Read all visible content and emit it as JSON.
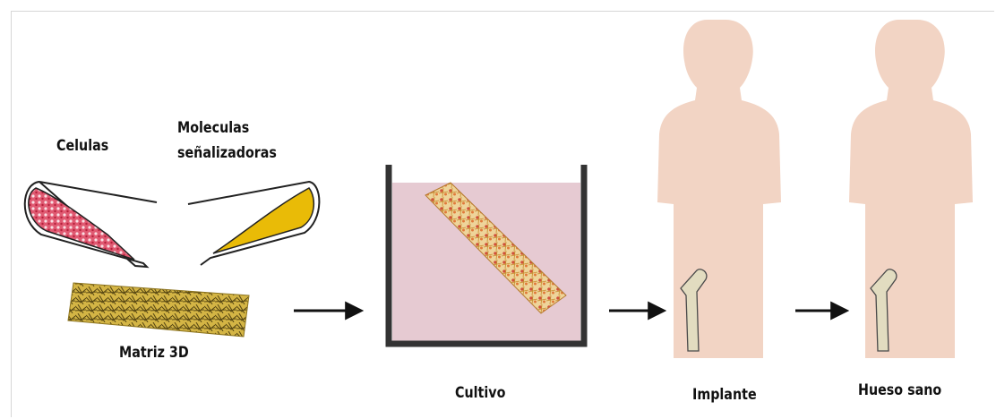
{
  "labels": {
    "cells": "Celulas",
    "molecules_line1": "Moleculas",
    "molecules_line2": "señalizadoras",
    "matrix": "Matriz 3D",
    "culture": "Cultivo",
    "implant": "Implante",
    "healthy_bone": "Hueso sano"
  },
  "colors": {
    "cells_red": "#d63a55",
    "molecules_yellow": "#e9bb07",
    "matrix_gold": "#c6a532",
    "culture_medium": "#e6cad2",
    "body_skin": "#f2d4c4",
    "bone": "#d8cfa8",
    "arrow": "#111111"
  },
  "icons": [
    "cell-tube-icon",
    "molecule-tube-icon",
    "matrix-scaffold-icon",
    "culture-dish-icon",
    "human-silhouette-icon",
    "femur-bone-icon",
    "right-arrow-icon"
  ]
}
